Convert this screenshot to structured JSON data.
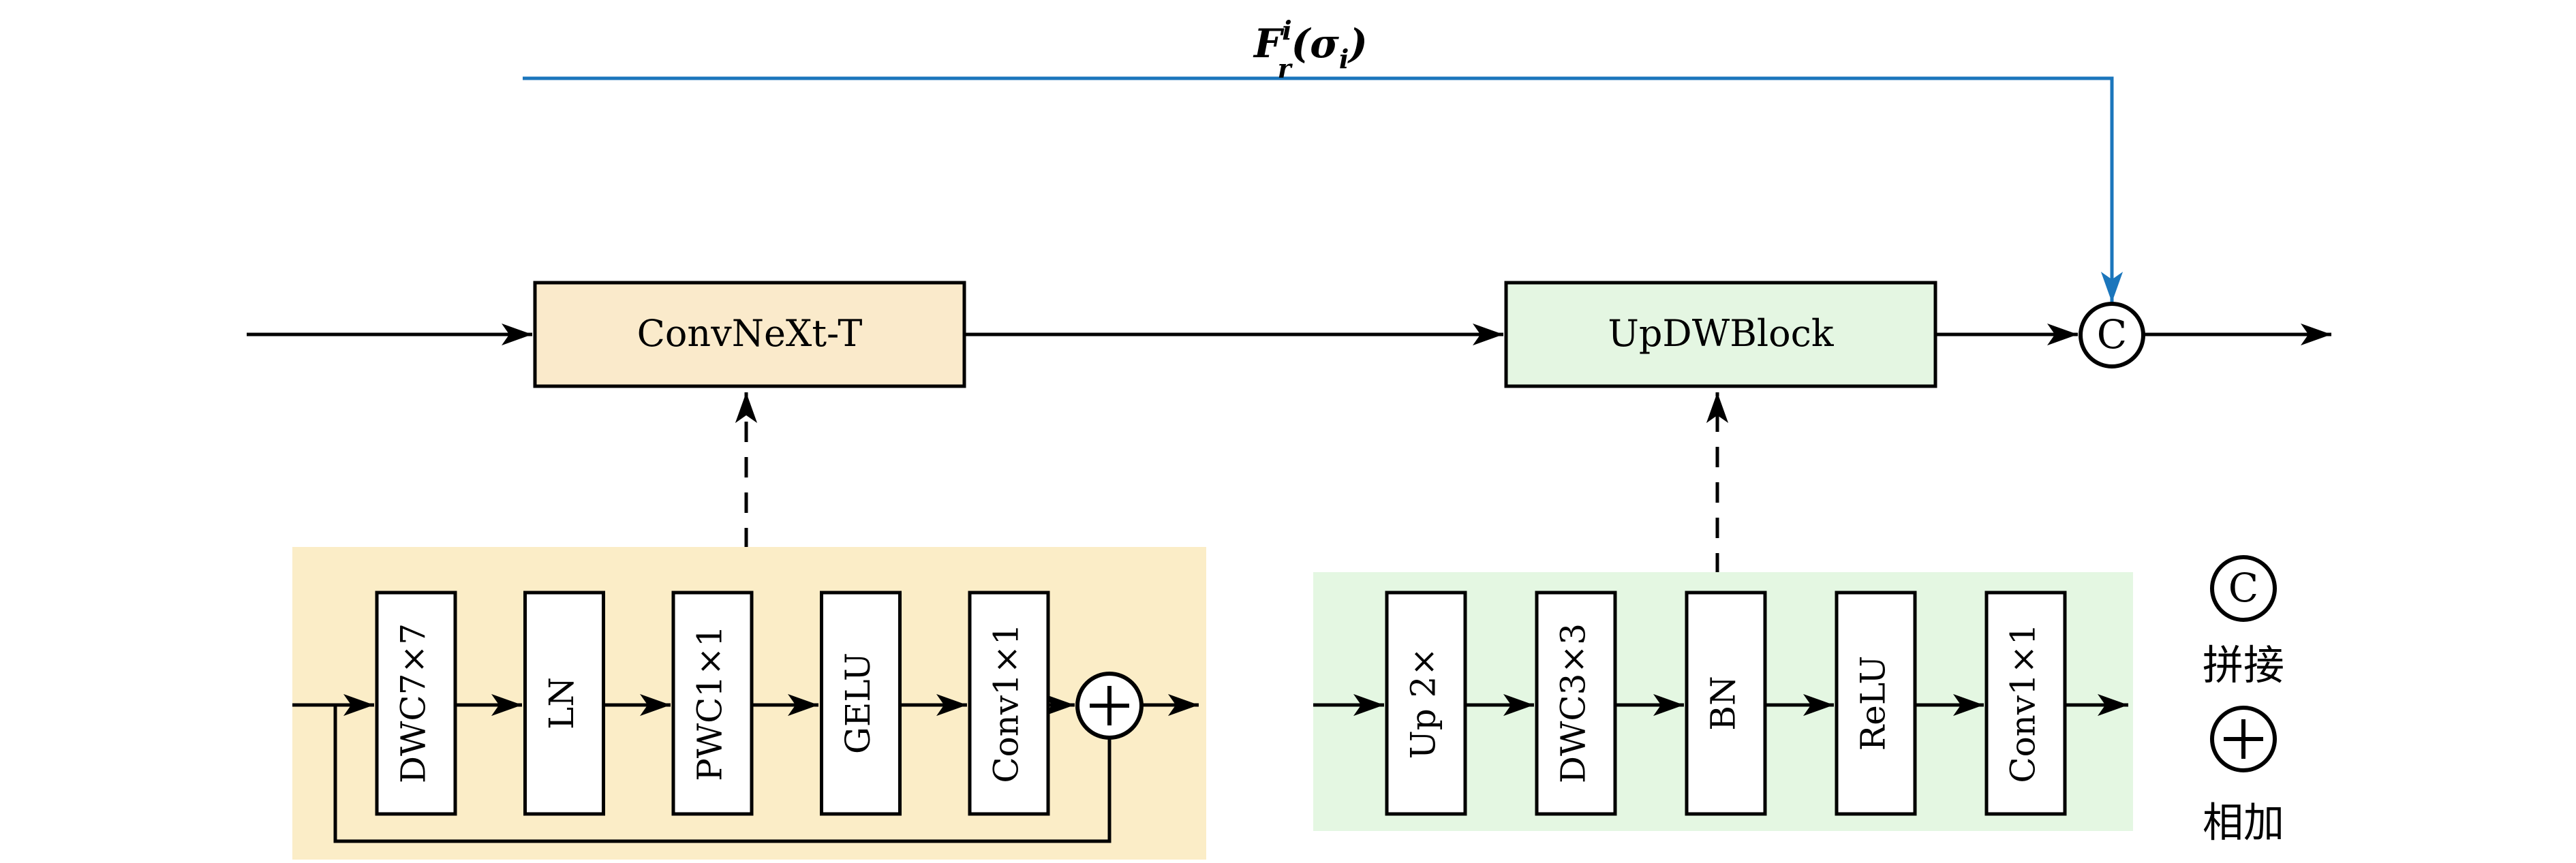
{
  "figure": {
    "description": "Architecture diagram of a ConvNeXt-T encoder stage followed by an UpDWBlock decoder stage whose output is concatenated with a skip feature",
    "background": "#ffffff"
  },
  "colors": {
    "accent_blue": "#1b76bc",
    "yellow_panel": "#fbedc7",
    "yellow_block": "#faeacb",
    "green_panel": "#e4f7e2",
    "green_block": "#e4f6e2",
    "node_fill": "#ffffff",
    "line_black": "#000000"
  },
  "skip_connection": {
    "label_text": "F_r^i(σ_i)",
    "label_parts": {
      "base": "F",
      "sup": "i",
      "sub": "r",
      "open": "(",
      "arg": "σ",
      "arg_sub": "i",
      "close": ")"
    }
  },
  "main_flow": {
    "blocks": [
      {
        "label": "ConvNeXt-T"
      },
      {
        "label": "UpDWBlock"
      }
    ],
    "concat_node": {
      "symbol": "C"
    }
  },
  "convnext_detail": {
    "blocks": [
      "DWC7×7",
      "LN",
      "PWC1×1",
      "GELU",
      "Conv1×1"
    ],
    "add_node": {
      "symbol": "+"
    }
  },
  "updw_detail": {
    "blocks": [
      "Up 2×",
      "DWC3×3",
      "BN",
      "ReLU",
      "Conv1×1"
    ]
  },
  "legend": {
    "items": [
      {
        "symbol": "C",
        "label": "拼接"
      },
      {
        "symbol": "+",
        "label": "相加"
      }
    ]
  }
}
